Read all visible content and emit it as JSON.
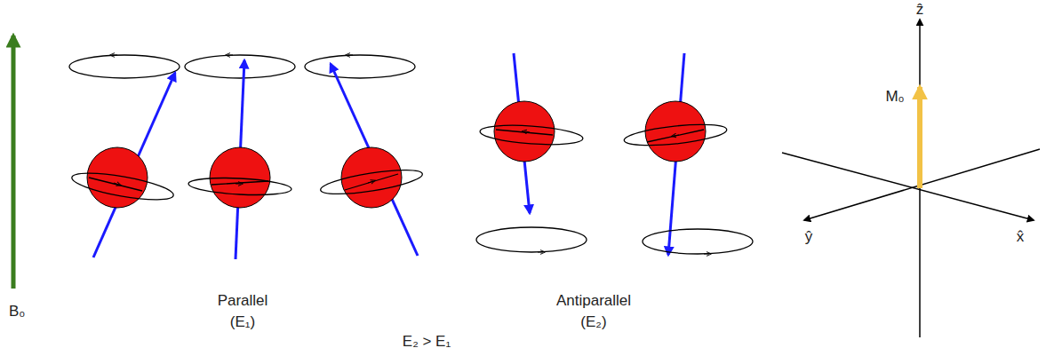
{
  "diagram": {
    "labels": [
      "B₀",
      "Parallel",
      "(E₁)",
      "E₂ > E₁",
      "Antiparallel",
      "(E₂)",
      "ẑ",
      "M₀",
      "ŷ",
      "x̂"
    ]
  }
}
